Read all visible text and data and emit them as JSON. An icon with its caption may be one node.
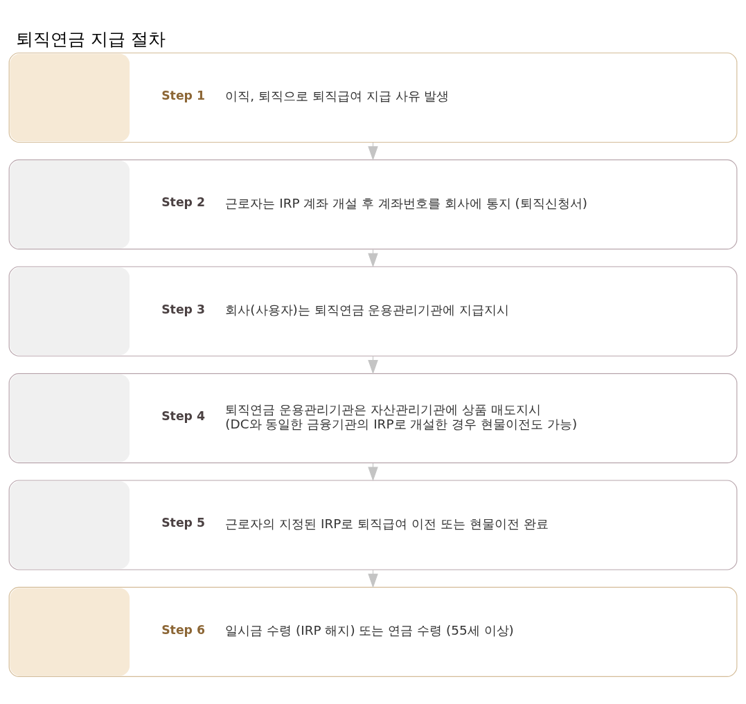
{
  "diagram": {
    "title": "퇴직연금 지급 절차",
    "nodes": [
      {
        "text": [
          "Step 1",
          "이직, 퇴직으로 퇴직급여 지급 사유 발생"
        ]
      },
      {
        "text": [
          "Step 2",
          "근로자는 IRP 계좌 개설 후 계좌번호를 회사에 통지 (퇴직신청서)"
        ]
      },
      {
        "text": [
          "Step 3",
          "회사(사용자)는 퇴직연금 운용관리기관에 지급지시"
        ]
      },
      {
        "text": [
          "Step 4",
          "퇴직연금 운용관리기관은 자산관리기관에 상품 매도지시",
          "(DC와 동일한 금융기관의 IRP로 개설한 경우 현물이전도 가능)"
        ]
      },
      {
        "text": [
          "Step 5",
          "근로자의 지정된 IRP로 퇴직급여 이전 또는 현물이전 완료"
        ]
      },
      {
        "text": [
          "Step 6",
          "일시금 수령 (IRP 해지) 또는 연금 수령 (55세 이상)"
        ]
      }
    ],
    "edges": [
      {
        "from": 0,
        "to": 1,
        "arrow": "to"
      },
      {
        "from": 1,
        "to": 2,
        "arrow": "to"
      },
      {
        "from": 2,
        "to": 3,
        "arrow": "to"
      },
      {
        "from": 3,
        "to": 4,
        "arrow": "to"
      },
      {
        "from": 4,
        "to": 5,
        "arrow": "to"
      }
    ]
  }
}
